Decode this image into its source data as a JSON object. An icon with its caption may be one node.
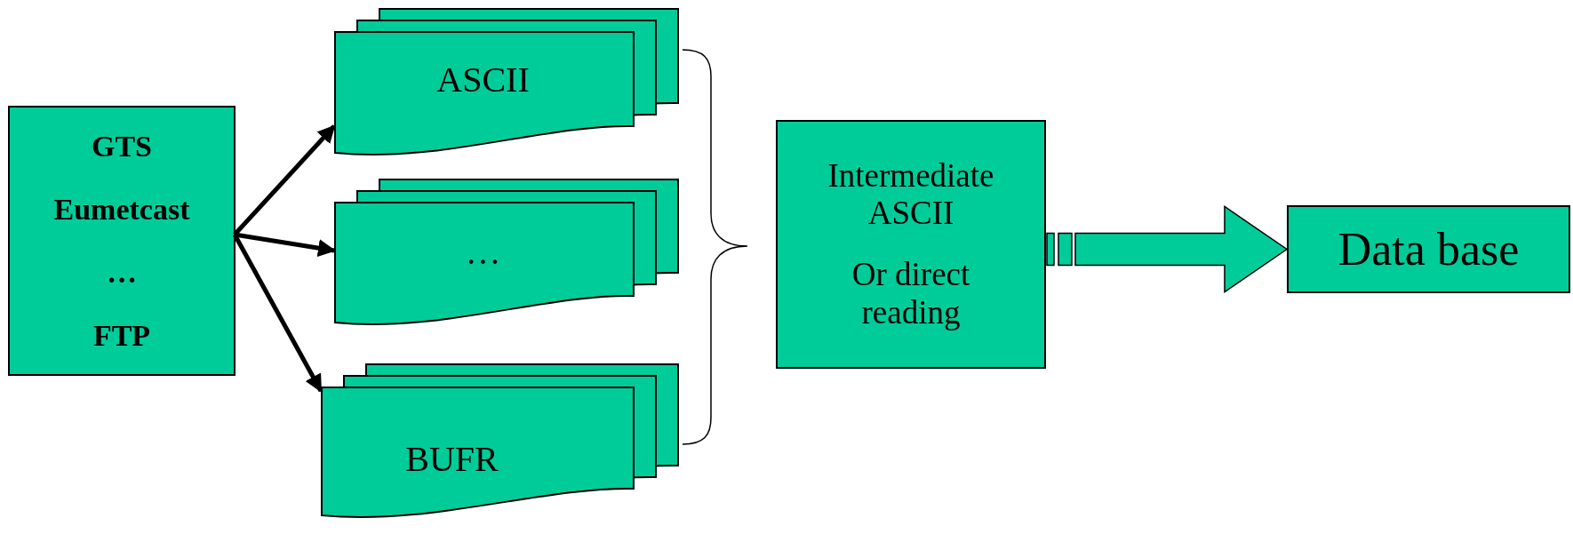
{
  "diagram": {
    "nodes": [
      {
        "text": [
          "GTS",
          "Eumetcast",
          "…",
          "FTP"
        ]
      },
      {
        "text": [
          "ASCII"
        ]
      },
      {
        "text": [
          "…"
        ]
      },
      {
        "text": [
          "BUFR"
        ]
      },
      {
        "text": [
          "Intermediate ASCII",
          "Or direct reading"
        ]
      },
      {
        "text": [
          "Data base"
        ]
      }
    ],
    "edges": [
      {
        "from": 0,
        "to": 1,
        "arrow": "to"
      },
      {
        "from": 0,
        "to": 2,
        "arrow": "to"
      },
      {
        "from": 0,
        "to": 3,
        "arrow": "to"
      },
      {
        "from": 4,
        "to": 5,
        "arrow": "to",
        "style": "thick"
      }
    ]
  }
}
